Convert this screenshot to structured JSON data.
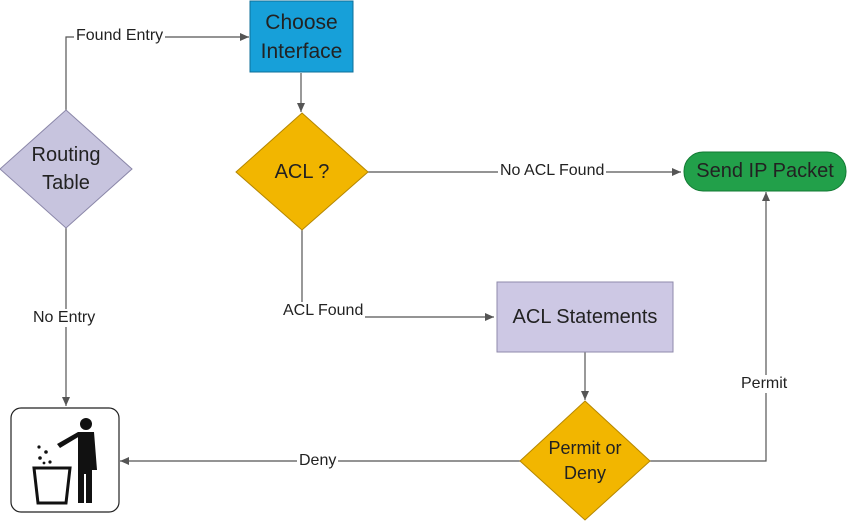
{
  "nodes": {
    "routing_table": "Routing\nTable",
    "choose_interface": "Choose\nInterface",
    "acl_decision": "ACL ?",
    "send_packet": "Send IP Packet",
    "acl_statements": "ACL Statements",
    "permit_or_deny": "Permit or\nDeny"
  },
  "edges": {
    "found_entry": "Found Entry",
    "no_entry": "No Entry",
    "no_acl_found": "No ACL Found",
    "acl_found": "ACL Found",
    "permit": "Permit",
    "deny": "Deny"
  },
  "icons": {
    "trash": "trash-bin-person-icon"
  },
  "colors": {
    "routing_fill": "#c7c4de",
    "blue_fill": "#17a0d9",
    "yellow_fill": "#f2b600",
    "green_fill": "#22a04a",
    "purple_fill": "#cdc8e4",
    "line": "#555555"
  }
}
